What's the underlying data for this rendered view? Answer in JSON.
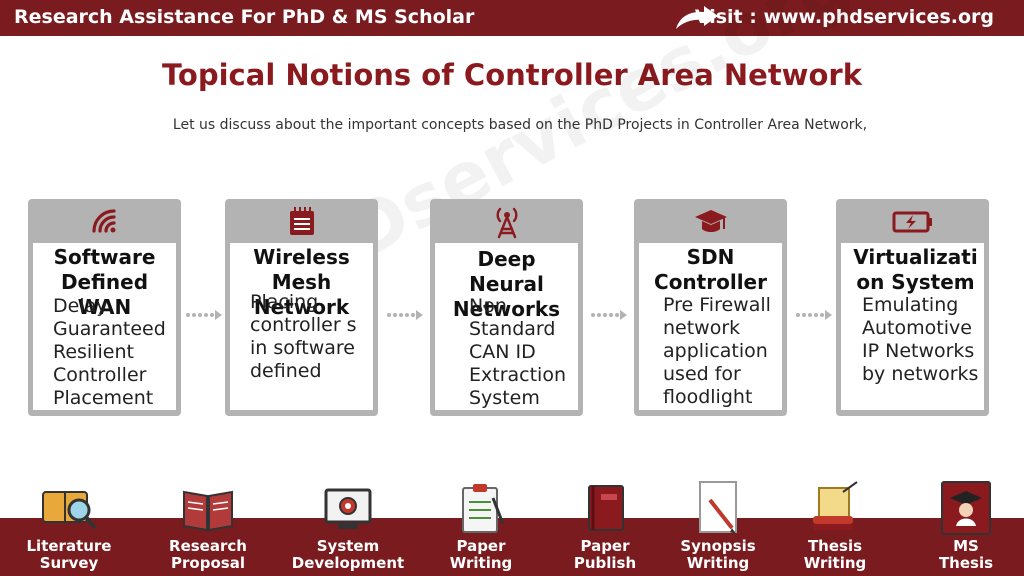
{
  "header": {
    "brand": "Research Assistance For PhD & MS Scholar",
    "visit": "Visit : www.phdservices.org"
  },
  "title": "Topical Notions of Controller Area Network",
  "subtitle": "Let us discuss about the important concepts based on the PhD Projects in Controller Area Network,",
  "watermark": "PhDservices.org",
  "cards": [
    {
      "icon": "wifi-signal-icon",
      "title": "Software Defined WAN",
      "body": "Delay Guaranteed Resilient Controller Placement"
    },
    {
      "icon": "router-icon",
      "title": "Wireless Mesh Network",
      "body": "Placing controller s in software defined"
    },
    {
      "icon": "antenna-tower-icon",
      "title": "Deep Neural Networks",
      "body": "Non Standard CAN ID Extraction System"
    },
    {
      "icon": "graduation-cap-icon",
      "title": "SDN Controller",
      "body": "Pre Firewall network application used for floodlight"
    },
    {
      "icon": "battery-icon",
      "title": "Virtualization System",
      "body": "Emulating Automotive IP Networks by networks"
    }
  ],
  "services": [
    {
      "icon": "book-magnifier-icon",
      "line1": "Literature",
      "line2": "Survey"
    },
    {
      "icon": "open-book-icon",
      "line1": "Research",
      "line2": "Proposal"
    },
    {
      "icon": "computer-gear-icon",
      "line1": "System",
      "line2": "Development"
    },
    {
      "icon": "clipboard-writing-icon",
      "line1": "Paper",
      "line2": "Writing"
    },
    {
      "icon": "closed-book-icon",
      "line1": "Paper",
      "line2": "Publish"
    },
    {
      "icon": "pen-paper-icon",
      "line1": "Synopsis",
      "line2": "Writing"
    },
    {
      "icon": "scroll-quill-icon",
      "line1": "Thesis",
      "line2": "Writing"
    },
    {
      "icon": "graduate-book-icon",
      "line1": "MS",
      "line2": "Thesis"
    }
  ],
  "colors": {
    "maroon": "#7a1c1f",
    "title": "#8b1a1f",
    "card_gray": "#b3b3b3"
  }
}
